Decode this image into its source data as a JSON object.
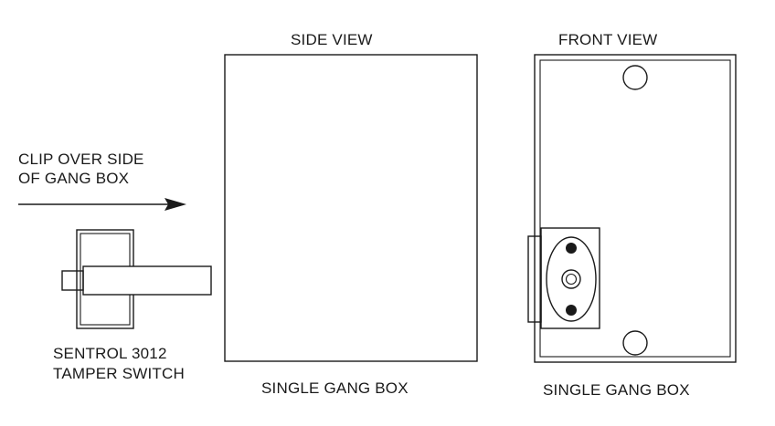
{
  "labels": {
    "side_view": "SIDE VIEW",
    "front_view": "FRONT VIEW",
    "clip_line1": "CLIP OVER SIDE",
    "clip_line2": "OF GANG BOX",
    "device_line1": "SENTROL 3012",
    "device_line2": "TAMPER SWITCH",
    "side_box_caption": "SINGLE GANG BOX",
    "front_box_caption": "SINGLE GANG BOX"
  }
}
